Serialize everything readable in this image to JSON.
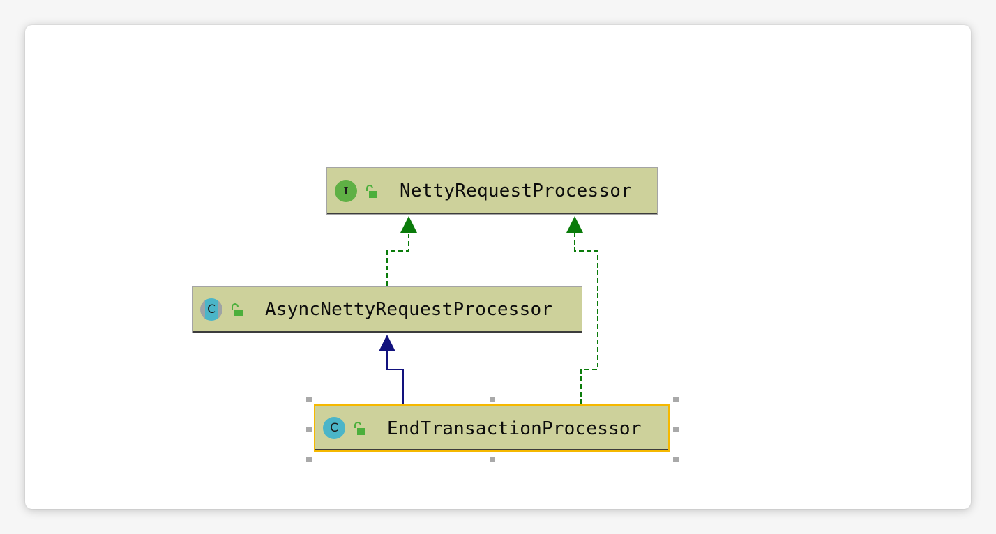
{
  "diagram": {
    "nodes": [
      {
        "id": "netty",
        "kind": "interface",
        "kind_glyph": "I",
        "visibility": "public",
        "label": "NettyRequestProcessor"
      },
      {
        "id": "async",
        "kind": "abstract-class",
        "kind_glyph": "C",
        "visibility": "public",
        "label": "AsyncNettyRequestProcessor"
      },
      {
        "id": "end",
        "kind": "class",
        "kind_glyph": "C",
        "visibility": "public",
        "label": "EndTransactionProcessor",
        "selected": true
      }
    ],
    "edges": [
      {
        "from": "async",
        "to": "netty",
        "type": "implements",
        "style": "dashed",
        "color": "#0a7b0a"
      },
      {
        "from": "end",
        "to": "netty",
        "type": "implements",
        "style": "dashed",
        "color": "#0a7b0a"
      },
      {
        "from": "end",
        "to": "async",
        "type": "extends",
        "style": "solid",
        "color": "#12127e"
      }
    ],
    "colors": {
      "node_fill": "#cdd19b",
      "selection_border": "#f5b800",
      "implements_arrow": "#0a7b0a",
      "extends_arrow": "#12127e"
    }
  }
}
